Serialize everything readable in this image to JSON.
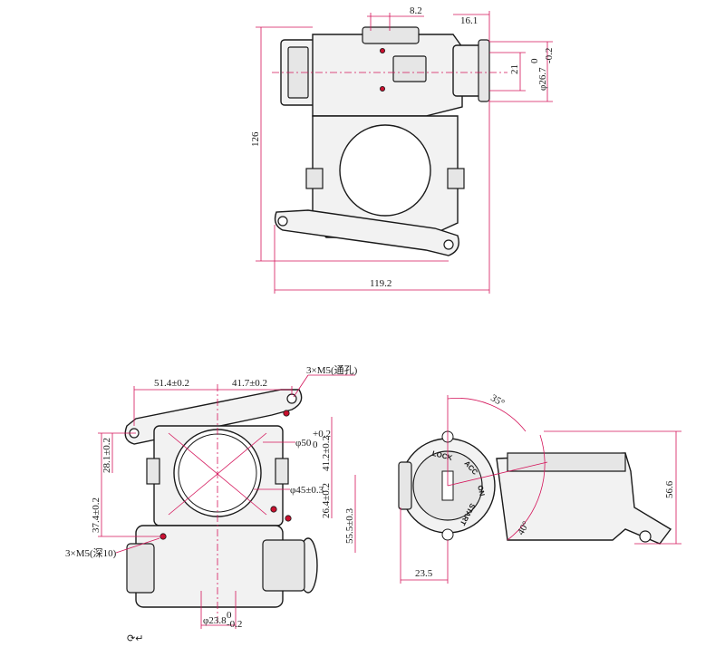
{
  "top_view": {
    "dims": {
      "d_8_2": "8.2",
      "d_16_1": "16.1",
      "d_21": "21",
      "d_26_7": "φ26.7",
      "d_26_7_tol": "0",
      "d_26_7_tol2": "-0.2",
      "d_126": "126",
      "d_119_2": "119.2"
    }
  },
  "front_view": {
    "dims": {
      "d_51_4": "51.4±0.2",
      "d_41_7": "41.7±0.2",
      "d_holes_top": "3×M5(通孔)",
      "d_phi50": "φ50",
      "d_phi50_tol": "+0.2",
      "d_phi50_tol2": "0",
      "d_41_2": "41.2±0.2",
      "d_phi45": "φ45±0.3",
      "d_26_4": "26.4±0.2",
      "d_55_5": "55.5±0.3",
      "d_37_4": "37.4±0.2",
      "d_28_1": "28.1±0.2",
      "d_holes_side": "3×M5(深10)",
      "d_phi23_8": "φ23.8",
      "d_phi23_8_tol": "0",
      "d_phi23_8_tol2": "-0.2"
    }
  },
  "side_view": {
    "dims": {
      "d_35deg": "35°",
      "d_40deg": "40°",
      "d_56_6": "56.6",
      "d_23_5": "23.5"
    },
    "key_labels": {
      "lock": "LOCK",
      "acc": "ACC",
      "on": "ON",
      "start": "START"
    }
  },
  "footer": {
    "marker": "⟳↵"
  }
}
